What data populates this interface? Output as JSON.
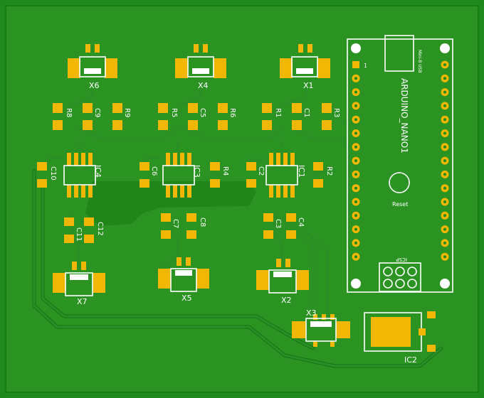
{
  "board": {
    "colors": {
      "substrate": "#1e8a1b",
      "plane": "#2c9a1f",
      "copper_trace": "#2a8f26",
      "pad": "#f2b705",
      "silkscreen": "#ffffff"
    }
  },
  "components": {
    "x1": "X1",
    "x2": "X2",
    "x3": "X3",
    "x4": "X4",
    "x5": "X5",
    "x6": "X6",
    "x7": "X7",
    "r1": "R1",
    "r2": "R2",
    "r3": "R3",
    "r4": "R4",
    "r5": "R5",
    "r6": "R6",
    "r8": "R8",
    "r9": "R9",
    "c1": "C1",
    "c2": "C2",
    "c3": "C3",
    "c4": "C4",
    "c5": "C5",
    "c6": "C6",
    "c7": "C7",
    "c8": "C8",
    "c9": "C9",
    "c10": "C10",
    "c11": "C11",
    "c12": "C12",
    "ic1": "IC1",
    "ic2": "IC2",
    "ic3": "IC3",
    "ic4": "IC4",
    "arduino": "ARDUINO_NANO1",
    "usb": "Mini-B USB",
    "pin1": "1",
    "reset": "Reset",
    "icsp": "ICSP"
  }
}
